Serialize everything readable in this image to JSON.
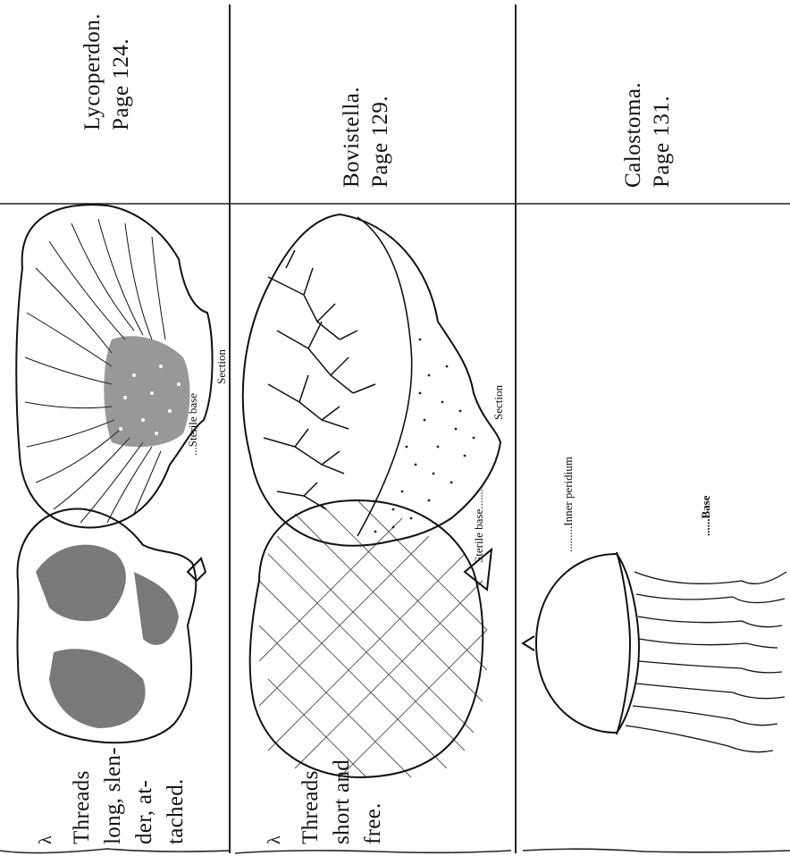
{
  "rows": [
    {
      "genus": "Lycoperdon.",
      "page_ref": "Page 124.",
      "desc_lines": [
        "Threads",
        "long, slen-",
        "der, at-",
        "tached."
      ],
      "mark": "λ",
      "labels": {
        "sterile_base": "...Sterile base",
        "section": "Section"
      }
    },
    {
      "genus": "Bovistella.",
      "page_ref": "Page 129.",
      "desc_lines": [
        "Threads",
        "short and",
        "free."
      ],
      "mark": "λ",
      "labels": {
        "sterile_base": "Sterile base.......",
        "section": "Section"
      }
    },
    {
      "genus": "Calostoma.",
      "page_ref": "Page 131.",
      "desc_lines": [],
      "mark": "",
      "labels": {
        "inner_peridium": ".........Inner peridium",
        "base": "......Base"
      }
    }
  ]
}
